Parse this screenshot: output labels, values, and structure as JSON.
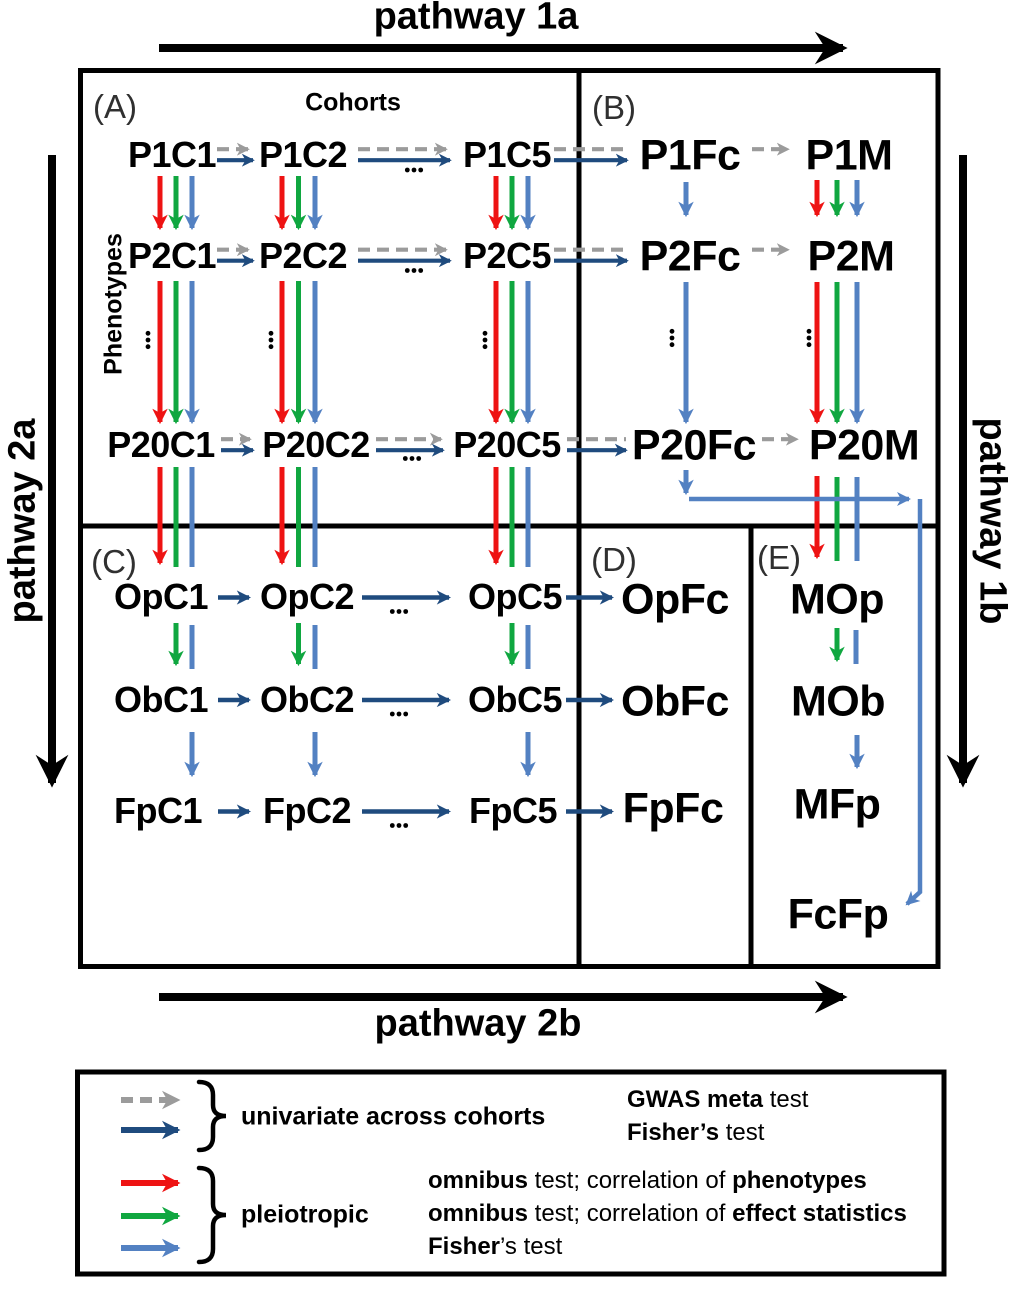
{
  "colors": {
    "red": "#ee1313",
    "green": "#10a740",
    "blue": "#5381c2",
    "navy": "#1f4b7e",
    "gray": "#9b9b9b",
    "black": "#000000",
    "panel_letter": "#303030"
  },
  "pathways": {
    "top": "pathway 1a",
    "bottom": "pathway 2b",
    "left": "pathway 2a",
    "right": "pathway 1b"
  },
  "panels": {
    "a": "(A)",
    "b": "(B)",
    "c": "(C)",
    "d": "(D)",
    "e": "(E)"
  },
  "axes": {
    "cohorts": "Cohorts",
    "phenotypes": "Phenotypes"
  },
  "dots": {
    "horizontal": "...",
    "vertical": "⋮"
  },
  "nodes": {
    "p1c1": "P1C1",
    "p1c2": "P1C2",
    "p1c5": "P1C5",
    "p2c1": "P2C1",
    "p2c2": "P2C2",
    "p2c5": "P2C5",
    "p20c1": "P20C1",
    "p20c2": "P20C2",
    "p20c5": "P20C5",
    "p1fc": "P1Fc",
    "p1m": "P1M",
    "p2fc": "P2Fc",
    "p2m": "P2M",
    "p20fc": "P20Fc",
    "p20m": "P20M",
    "opc1": "OpC1",
    "opc2": "OpC2",
    "opc5": "OpC5",
    "obc1": "ObC1",
    "obc2": "ObC2",
    "obc5": "ObC5",
    "fpc1": "FpC1",
    "fpc2": "FpC2",
    "fpc5": "FpC5",
    "opfc": "OpFc",
    "obfc": "ObFc",
    "fpfc": "FpFc",
    "mop": "MOp",
    "mob": "MOb",
    "mfp": "MFp",
    "fcfp": "FcFp"
  },
  "legend": {
    "group1": {
      "label": "univariate across cohorts",
      "tests": [
        {
          "b1": "GWAS meta",
          "r1": " test",
          "b2": ""
        },
        {
          "b1": "Fisher’s",
          "r1": " test",
          "b2": ""
        }
      ]
    },
    "group2": {
      "label": "pleiotropic",
      "tests": [
        {
          "b1": "omnibus",
          "r1": " test; correlation of ",
          "b2": "phenotypes"
        },
        {
          "b1": "omnibus",
          "r1": " test; correlation of ",
          "b2": "effect statistics"
        },
        {
          "b1": "Fisher",
          "r1": "’s test",
          "b2": ""
        }
      ]
    }
  }
}
